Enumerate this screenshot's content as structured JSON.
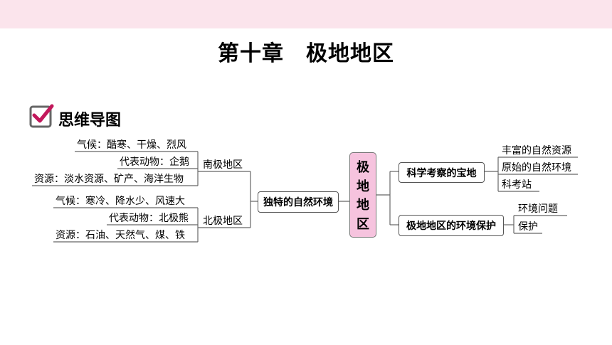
{
  "title": "第十章　极地地区",
  "section": {
    "label": "思维导图",
    "icon": "checkbox-icon",
    "accent": "#c2185b"
  },
  "center": {
    "chars": [
      "极",
      "地",
      "地",
      "区"
    ],
    "fill": "#f6c3de"
  },
  "left": {
    "node": "独特的自然环境",
    "regions": [
      {
        "name": "南极地区",
        "items": [
          "气候：酷寒、干燥、烈风",
          "代表动物：企鹅",
          "资源：淡水资源、矿产、海洋生物"
        ]
      },
      {
        "name": "北极地区",
        "items": [
          "气候：寒冷、降水少、风速大",
          "代表动物：北极熊",
          "资源：石油、天然气、煤、铁"
        ]
      }
    ]
  },
  "right": {
    "branches": [
      {
        "node": "科学考察的宝地",
        "items": [
          "丰富的自然资源",
          "原始的自然环境",
          "科考站"
        ]
      },
      {
        "node": "极地地区的环境保护",
        "items": [
          "环境问题",
          "保护"
        ]
      }
    ]
  }
}
